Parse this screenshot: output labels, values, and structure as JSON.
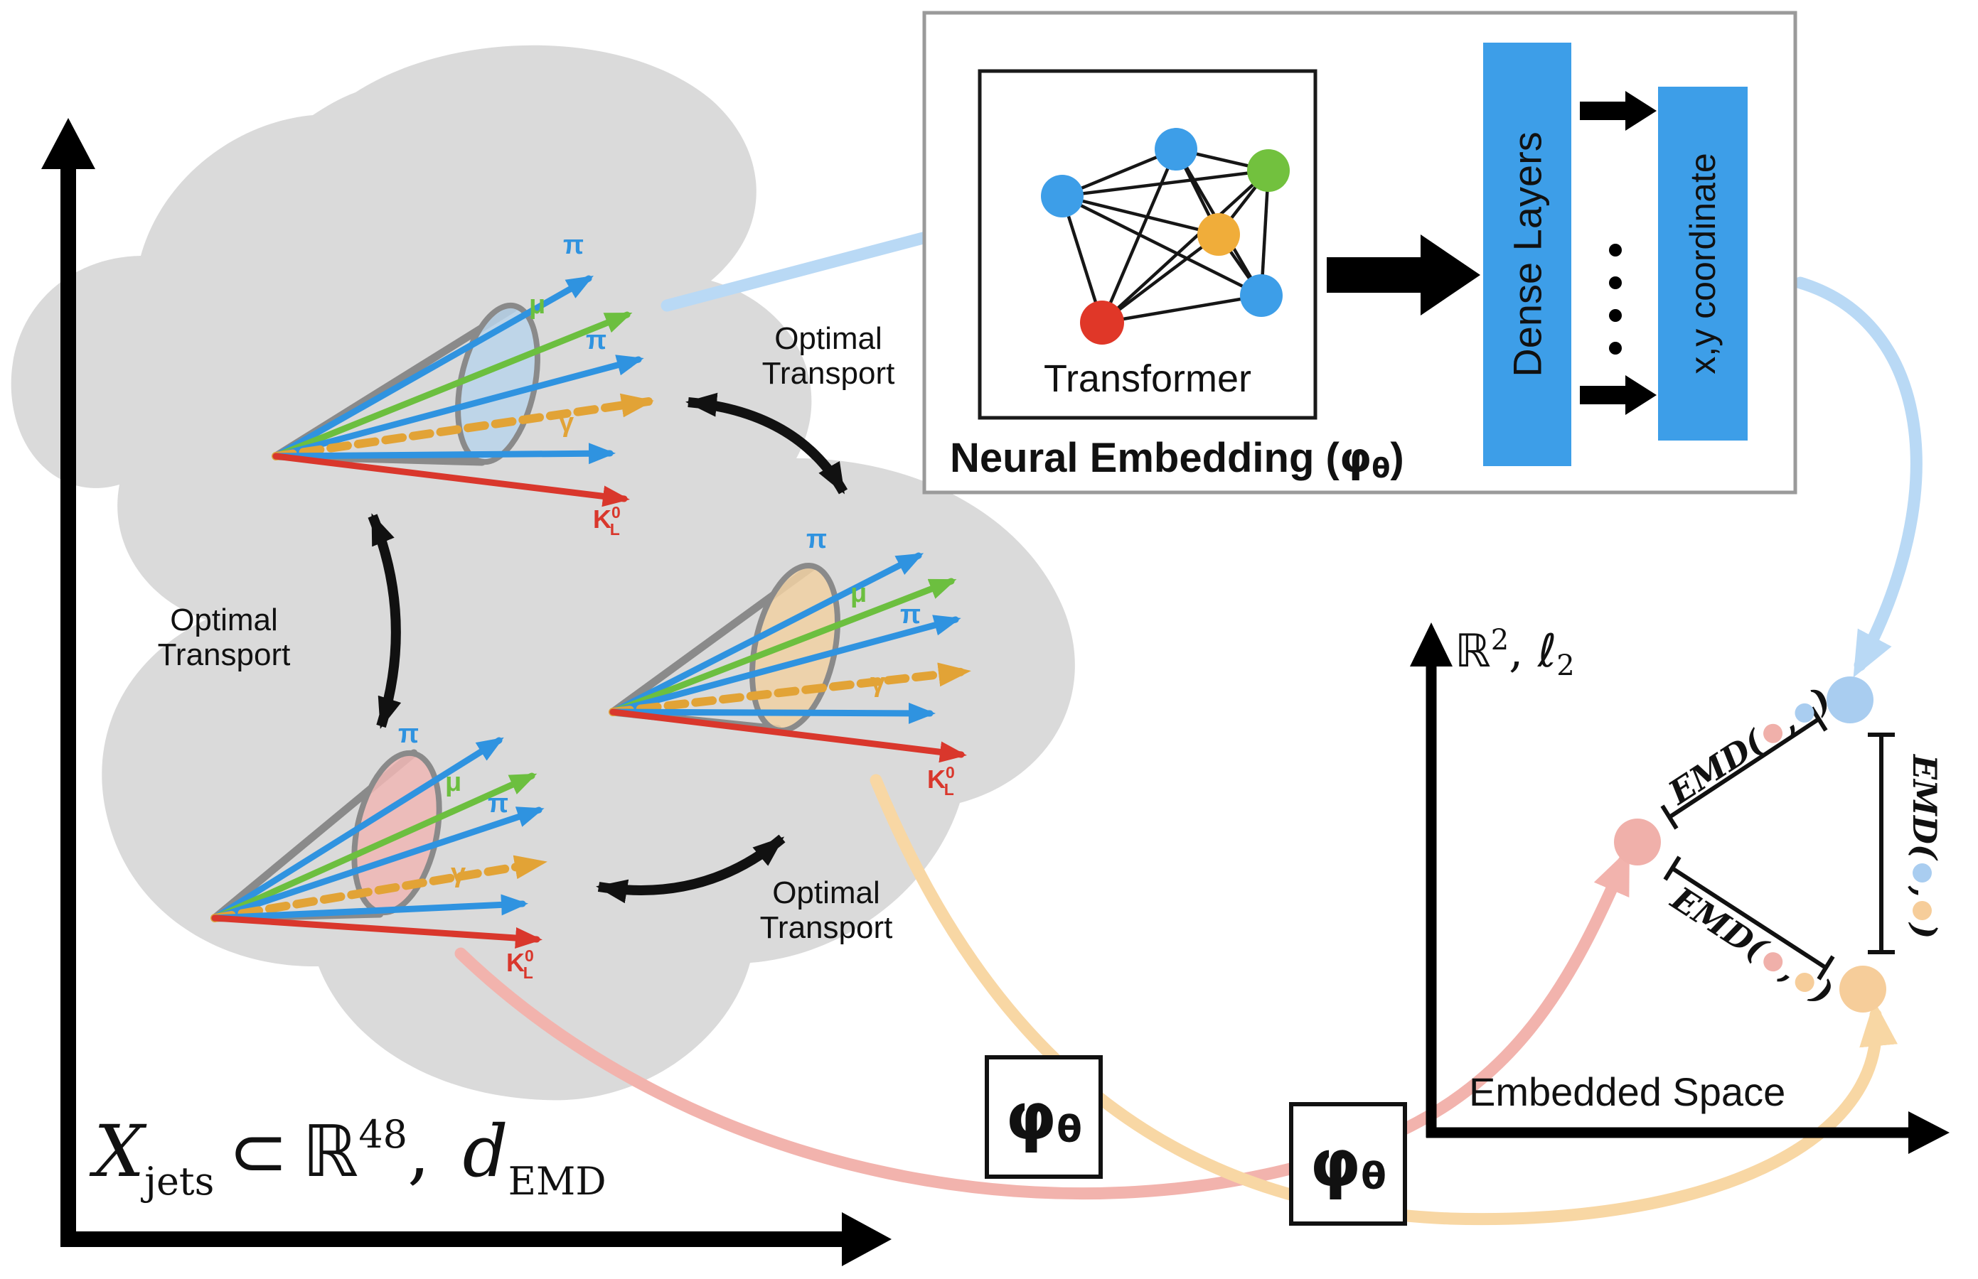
{
  "colors": {
    "blob": "#dadada",
    "particle_blue": "#2f93e0",
    "particle_green": "#6cbf3f",
    "particle_gold": "#e2a336",
    "particle_red": "#d9372c",
    "cone_gray": "#8a8a8a",
    "jet1_ellipse": "#b9d3ea",
    "jet2_ellipse": "#f0d0a2",
    "jet3_ellipse": "#efb6b4",
    "panel_border": "#9a9a9a",
    "box_blue": "#3d9ee8",
    "node_blue": "#3d9ee8",
    "node_green": "#72c13e",
    "node_yellow": "#f0ad3a",
    "node_red": "#e03728",
    "map_arrow_blue": "#b9d9f5",
    "map_arrow_pink": "#f2b3ad",
    "map_arrow_orange": "#f8d7a4",
    "point_blue": "#a9cdf0",
    "point_pink": "#f0b0aa",
    "point_orange": "#f6cd9a",
    "ink": "#111111"
  },
  "left_space": {
    "axis_label": {
      "set_symbol": "X",
      "set_sub": "jets",
      "subset": "⊂",
      "reals": "ℝ",
      "reals_sup": "48",
      "comma": ", ",
      "metric": "d",
      "metric_sub": "EMD"
    }
  },
  "particles": {
    "pi": "π",
    "mu": "μ",
    "gamma": "γ",
    "kaon": {
      "base": "K",
      "sup": "0",
      "sub": "L"
    }
  },
  "optimal_transport": {
    "label": "Optimal Transport"
  },
  "neural_embedding": {
    "caption_pre": "Neural Embedding (",
    "caption_phi": "φ",
    "caption_theta": "θ",
    "caption_post": ")",
    "transformer_label": "Transformer",
    "dense_layers_label": "Dense Layers",
    "xy_label": "x,y coordinate"
  },
  "embedded_space": {
    "axis_r": "ℝ",
    "axis_r_sup": "2",
    "axis_comma": ", ",
    "axis_ell": "ℓ",
    "axis_ell_sub": "2",
    "label": "Embedded Space",
    "emd": "EMD",
    "paren_open": "(",
    "comma": ",",
    "paren_close": ")"
  },
  "phi_theta": {
    "phi": "φ",
    "theta": "θ"
  }
}
